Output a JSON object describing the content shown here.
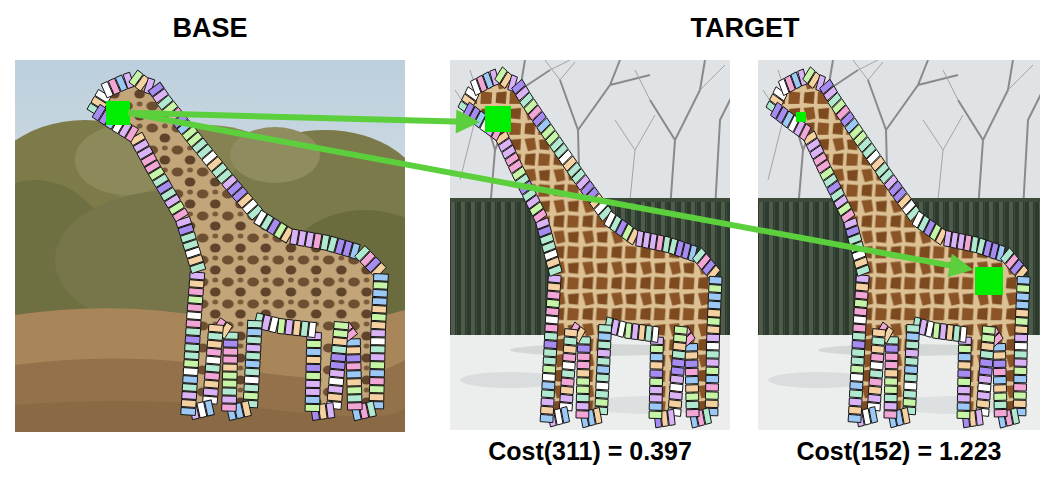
{
  "diagram": {
    "nodes": [
      {
        "text": [
          "BASE"
        ]
      },
      {
        "text": [
          "TARGET"
        ]
      },
      {
        "text": [
          "Cost(311) = 0.397"
        ],
        "in": 1
      },
      {
        "text": [
          "Cost(152) = 1.223"
        ],
        "in": 1
      }
    ],
    "edges": [
      {
        "from": 0,
        "to": 2,
        "arrow": "to"
      },
      {
        "from": 0,
        "to": 3,
        "arrow": "to"
      }
    ]
  }
}
